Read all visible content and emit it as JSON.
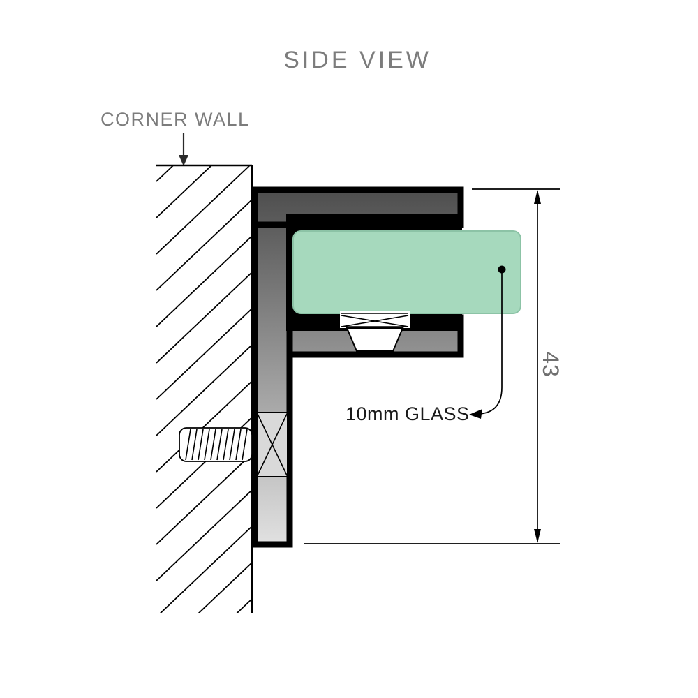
{
  "title": {
    "text": "SIDE VIEW"
  },
  "wall_label": {
    "text": "CORNER WALL"
  },
  "glass_label": {
    "text": "10mm GLASS"
  },
  "dimension": {
    "value": "43"
  },
  "colors": {
    "background": "#ffffff",
    "outline": "#000000",
    "glass_fill": "#a6d9bd",
    "glass_stroke": "#8cc3a6",
    "bracket_top": "#4e4e4e",
    "bracket_bottom": "#e2e2e2",
    "gasket_black": "#000000",
    "screw_head_fill": "#d9d9d9",
    "label_gray": "#7c7c7c",
    "dimension_gray": "#6f6f6f",
    "glass_text": "#1b1b1b",
    "arrow_dark": "#2a2a2a"
  }
}
